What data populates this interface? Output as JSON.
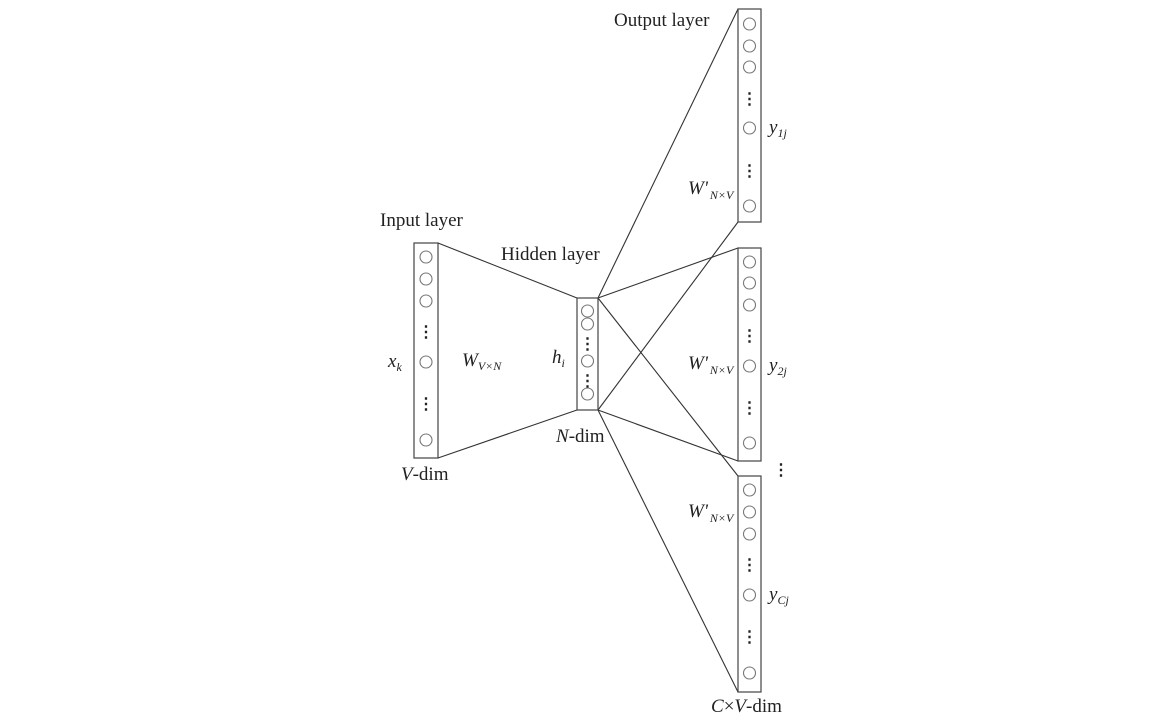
{
  "labels": {
    "input_layer": "Input layer",
    "hidden_layer": "Hidden layer",
    "output_layer": "Output layer",
    "v_dim_v": "V",
    "v_dim_rest": "-dim",
    "n_dim_n": "N",
    "n_dim_rest": "-dim",
    "cv_dim_c": "C",
    "cv_dim_times": "×",
    "cv_dim_v": "V",
    "cv_dim_rest": "-dim"
  },
  "symbols": {
    "x_main": "x",
    "x_sub": "k",
    "h_main": "h",
    "h_sub": "i",
    "w_main": "W",
    "w_sub": "V×N",
    "wp_main": "W",
    "wp_prime": "'",
    "wp_sub": "N×V",
    "y1_main": "y",
    "y1_sub": "1j",
    "y2_main": "y",
    "y2_sub": "2j",
    "yc_main": "y",
    "yc_sub": "Cj"
  },
  "ellipsis": "⋮",
  "colors": {
    "line": "#333333",
    "node_stroke": "#777777",
    "text": "#222222"
  }
}
